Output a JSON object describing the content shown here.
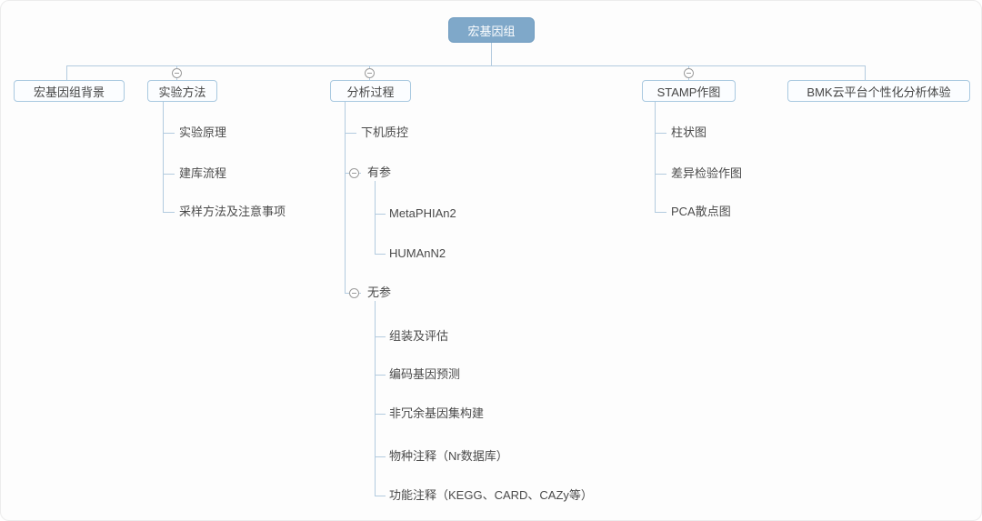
{
  "meta": {
    "diagram_type": "mindmap-tree",
    "colors": {
      "background": "#fdfdfd",
      "connector_line": "#b3cbdf",
      "node_border": "#a9c9e0",
      "node_fill": "#fbfdff",
      "root_fill": "#7fa8c9",
      "root_text": "#ffffff",
      "label_text": "#4a4a4a",
      "collapse_icon": "#9b9b9b"
    }
  },
  "root": {
    "label": "宏基因组"
  },
  "branches": [
    {
      "label": "宏基因组背景",
      "children": []
    },
    {
      "label": "实验方法",
      "children": [
        {
          "label": "实验原理"
        },
        {
          "label": "建库流程"
        },
        {
          "label": "采样方法及注意事项"
        }
      ]
    },
    {
      "label": "分析过程",
      "children": [
        {
          "label": "下机质控"
        },
        {
          "label": "有参",
          "children": [
            {
              "label": "MetaPHIAn2"
            },
            {
              "label": "HUMAnN2"
            }
          ]
        },
        {
          "label": "无参",
          "children": [
            {
              "label": "组装及评估"
            },
            {
              "label": "编码基因预测"
            },
            {
              "label": "非冗余基因集构建"
            },
            {
              "label": "物种注释（Nr数据库）"
            },
            {
              "label": "功能注释（KEGG、CARD、CAZy等）"
            }
          ]
        }
      ]
    },
    {
      "label": "STAMP作图",
      "children": [
        {
          "label": "柱状图"
        },
        {
          "label": "差异检验作图"
        },
        {
          "label": "PCA散点图"
        }
      ]
    },
    {
      "label": "BMK云平台个性化分析体验",
      "children": []
    }
  ]
}
